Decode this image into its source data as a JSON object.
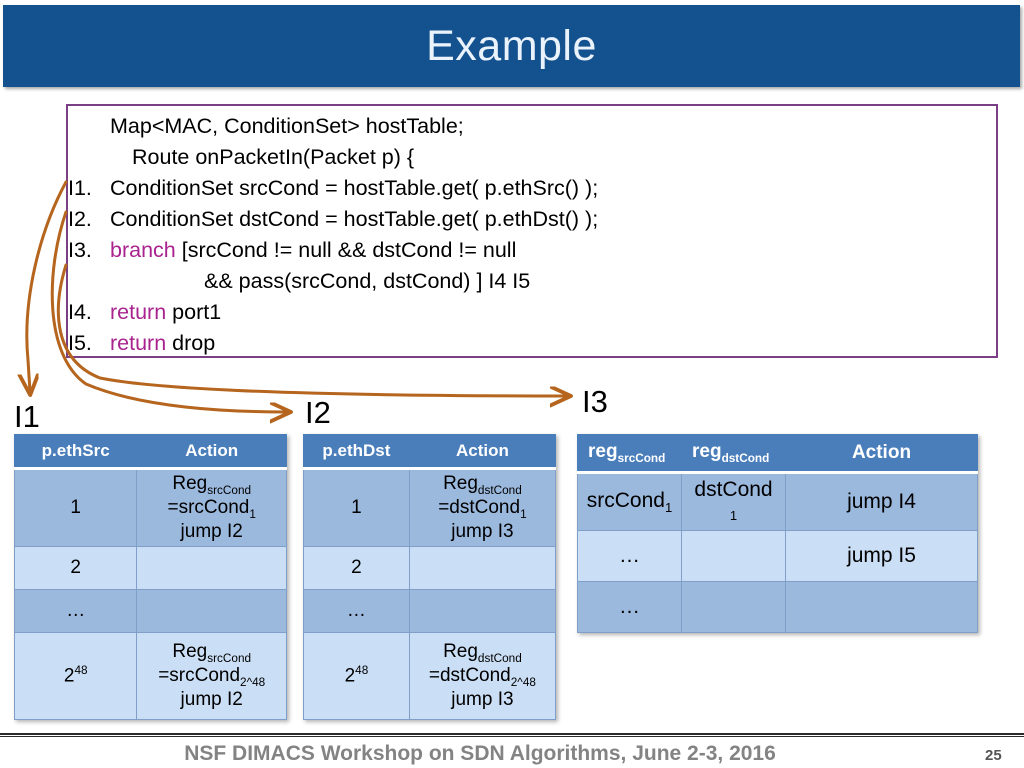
{
  "slide": {
    "title": "Example",
    "title_bar_color": "#14528f",
    "code_border_color": "#7b3f86",
    "keyword_color": "#a9238f",
    "arrow_color": "#b5651d",
    "table_header_color": "#4a7ebb",
    "row_odd_color": "#9bb8dd",
    "row_even_color": "#cadef5"
  },
  "code": {
    "lines": [
      {
        "num": "",
        "indent": 0,
        "text": "Map<MAC, ConditionSet>    hostTable;"
      },
      {
        "num": "",
        "indent": 1,
        "text": "Route onPacketIn(Packet p) {"
      },
      {
        "num": "I1.",
        "indent": 0,
        "text": "ConditionSet srcCond = hostTable.get( p.ethSrc() );"
      },
      {
        "num": "I2.",
        "indent": 0,
        "text": "ConditionSet dstCond = hostTable.get( p.ethDst() );"
      },
      {
        "num": "I3.",
        "indent": 0,
        "keyword": "branch",
        "text": "[srcCond != null && dstCond != null"
      },
      {
        "num": "",
        "indent": 2,
        "text": "&& pass(srcCond, dstCond) ] I4 I5"
      },
      {
        "num": "I4.",
        "indent": 0,
        "keyword": "return",
        "text": "port1"
      },
      {
        "num": "I5.",
        "indent": 0,
        "keyword": "return",
        "text": "drop"
      }
    ]
  },
  "step_labels": {
    "i1": "I1",
    "i2": "I2",
    "i3": "I3"
  },
  "tables": {
    "ethsrc": {
      "headers": [
        "p.ethSrc",
        "Action"
      ],
      "rows": [
        {
          "key": "1",
          "key_sup": "",
          "action": [
            "Reg",
            "=srcCond",
            "jump I2"
          ],
          "action_sub1": "srcCond",
          "action_sub2": "1"
        },
        {
          "key": "2",
          "key_sup": "",
          "action": [],
          "action_sub1": "",
          "action_sub2": ""
        },
        {
          "key": "…",
          "key_sup": "",
          "action": [],
          "action_sub1": "",
          "action_sub2": ""
        },
        {
          "key": "2",
          "key_sup": "48",
          "action": [
            "Reg",
            "=srcCond",
            "jump I2"
          ],
          "action_sub1": "srcCond",
          "action_sub2": "2^48"
        }
      ]
    },
    "ethdst": {
      "headers": [
        "p.ethDst",
        "Action"
      ],
      "rows": [
        {
          "key": "1",
          "key_sup": "",
          "action": [
            "Reg",
            "=dstCond",
            "jump I3"
          ],
          "action_sub1": "dstCond",
          "action_sub2": "1"
        },
        {
          "key": "2",
          "key_sup": "",
          "action": [],
          "action_sub1": "",
          "action_sub2": ""
        },
        {
          "key": "…",
          "key_sup": "",
          "action": [],
          "action_sub1": "",
          "action_sub2": ""
        },
        {
          "key": "2",
          "key_sup": "48",
          "action": [
            "Reg",
            "=dstCond",
            "jump I3"
          ],
          "action_sub1": "dstCond",
          "action_sub2": "2^48"
        }
      ]
    },
    "reg": {
      "headers_main": [
        "reg",
        "reg",
        "Action"
      ],
      "headers_sub": [
        "srcCond",
        "dstCond",
        ""
      ],
      "rows": [
        {
          "src": "srcCond",
          "src_sub": "1",
          "dst": "dstCond",
          "dst_sub": "1",
          "action": "jump I4"
        },
        {
          "src": "…",
          "src_sub": "",
          "dst": "",
          "dst_sub": "",
          "action": "jump I5"
        },
        {
          "src": "…",
          "src_sub": "",
          "dst": "",
          "dst_sub": "",
          "action": ""
        }
      ]
    }
  },
  "footer": {
    "text": "NSF DIMACS Workshop on SDN Algorithms, June 2-3, 2016",
    "page": "25"
  }
}
